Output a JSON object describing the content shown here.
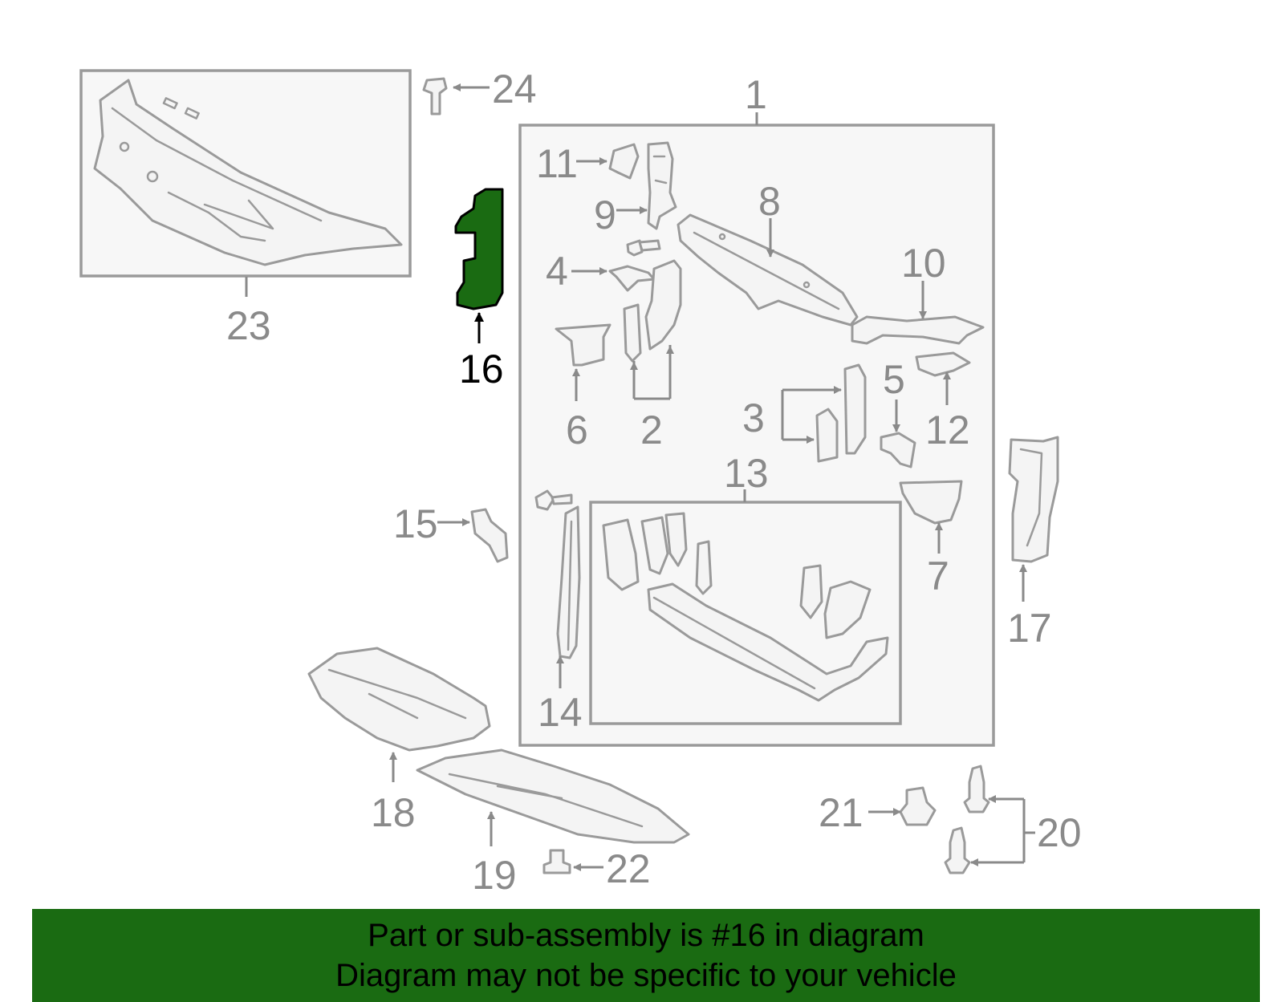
{
  "diagram": {
    "highlight_color": "#1a6b12",
    "highlighted_part": "16",
    "callouts": [
      "1",
      "2",
      "3",
      "4",
      "5",
      "6",
      "7",
      "8",
      "9",
      "10",
      "11",
      "12",
      "13",
      "14",
      "15",
      "16",
      "17",
      "18",
      "19",
      "20",
      "21",
      "22",
      "23",
      "24"
    ]
  },
  "banner": {
    "line1": "Part or sub-assembly is #16 in diagram",
    "line2": "Diagram may not be specific to your vehicle",
    "background": "#1a6b12"
  }
}
